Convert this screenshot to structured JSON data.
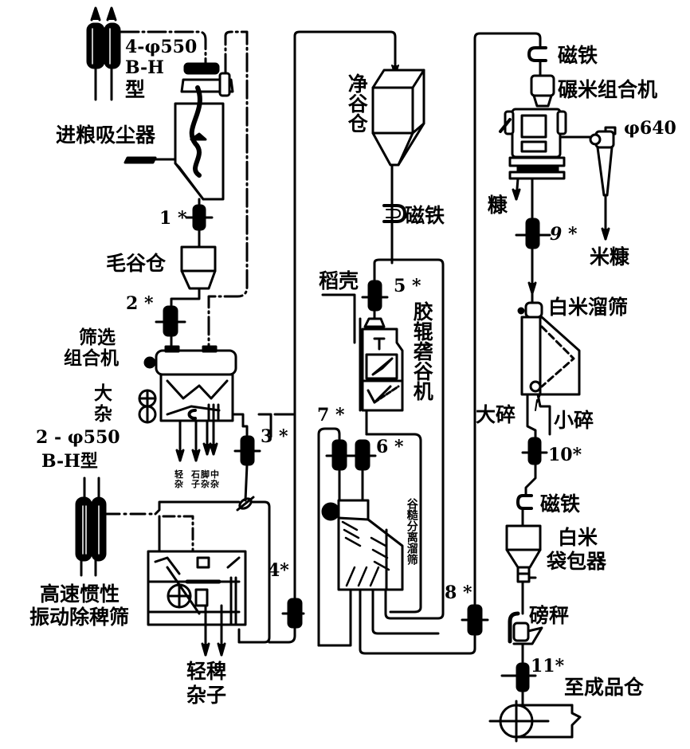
{
  "diagram": {
    "type": "rice-mill process flow diagram",
    "equipment": {
      "cyclone_group_top": {
        "spec_line1": "4-φ550",
        "spec_line2": "B-H",
        "spec_line3": "型"
      },
      "intake_dust_collector": "进粮吸尘器",
      "raw_paddy_bin": "毛谷仓",
      "screening_combo": {
        "line1": "筛选",
        "line2": "组合机"
      },
      "large_impurity": {
        "line1": "大",
        "line2": "杂"
      },
      "cyclone_group_bottom": {
        "spec_line1": "2 - φ550",
        "spec_line2": "B-H型"
      },
      "screen_outputs": [
        {
          "line1": "轻",
          "line2": "杂"
        },
        {
          "line1": "石",
          "line2": "子"
        },
        {
          "line1": "脚",
          "line2": "杂"
        },
        {
          "line1": "中",
          "line2": "杂"
        }
      ],
      "destoner": {
        "line1": "高速惯性",
        "line2": "振动除稗筛"
      },
      "destoner_outputs": {
        "line1": "轻稗",
        "line2": "杂子"
      },
      "clean_paddy_bin": "净谷仓",
      "magnet_1": "磁铁",
      "husk": "稻壳",
      "rubber_roll_huller": "胶辊砻谷机",
      "paddy_separator": "谷糙分离溜筛",
      "magnet_2": "磁铁",
      "rice_mill_combo": "碾米组合机",
      "cyclone_right": "φ640",
      "bran": "糠",
      "rice_bran": "米糠",
      "white_rice_sifter": "白米溜筛",
      "large_broken": "大碎",
      "small_broken": "小碎",
      "magnet_3": "磁铁",
      "bagging": {
        "line1": "白米",
        "line2": "袋包器"
      },
      "scale": "磅秤",
      "to_product_bin": "至成品仓"
    },
    "elevators": [
      {
        "id": "1",
        "label": "1 *"
      },
      {
        "id": "2",
        "label": "2 *"
      },
      {
        "id": "3",
        "label": "3 *"
      },
      {
        "id": "4",
        "label": "4*"
      },
      {
        "id": "5",
        "label": "5 *"
      },
      {
        "id": "6",
        "label": "6 *"
      },
      {
        "id": "7",
        "label": "7 *"
      },
      {
        "id": "8",
        "label": "8 *"
      },
      {
        "id": "9",
        "label": "9 *"
      },
      {
        "id": "10",
        "label": "10*"
      },
      {
        "id": "11",
        "label": "11*"
      }
    ]
  }
}
